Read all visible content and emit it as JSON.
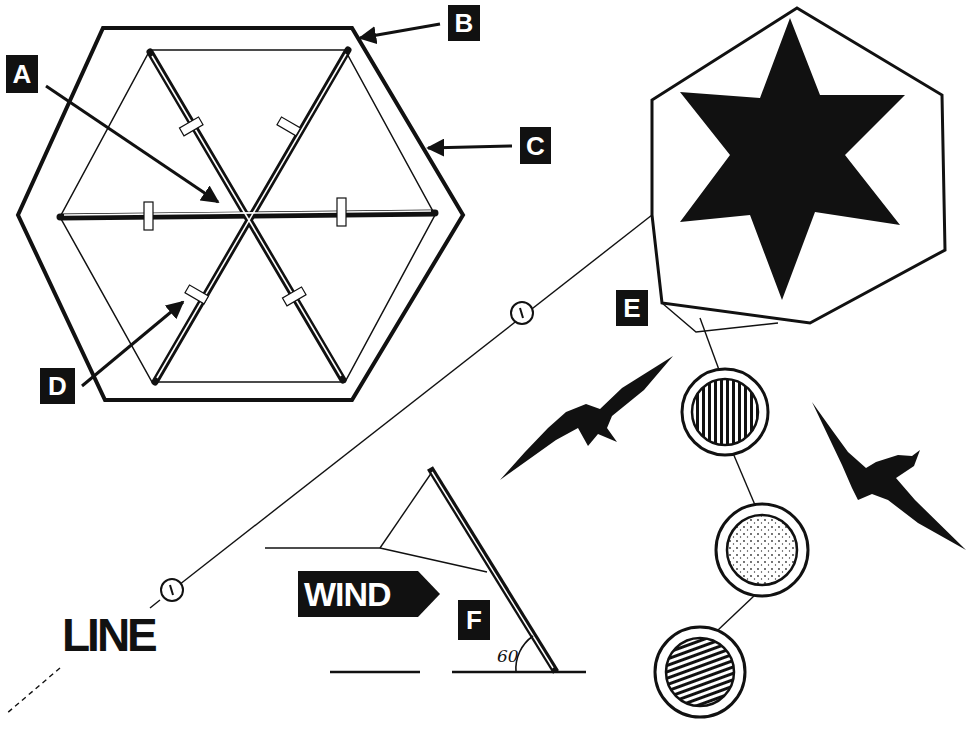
{
  "diagram": {
    "nodes": [
      {
        "text": [
          "A"
        ]
      },
      {
        "text": [
          "B"
        ]
      },
      {
        "text": [
          "C"
        ]
      },
      {
        "text": [
          "D"
        ]
      },
      {
        "text": [
          "E"
        ]
      },
      {
        "text": [
          "F"
        ]
      },
      {
        "text": [
          "WIND"
        ]
      }
    ],
    "edges": [],
    "labels": [
      "LINE",
      "60"
    ]
  }
}
